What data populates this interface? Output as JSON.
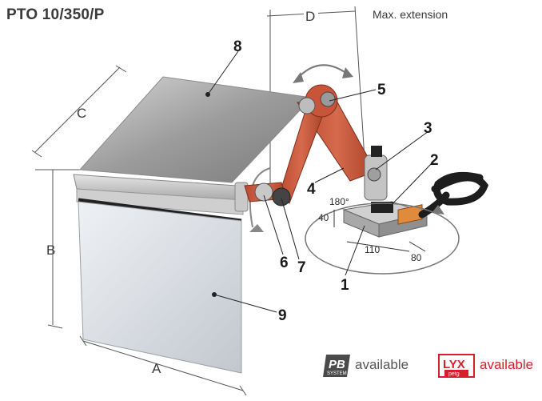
{
  "title": "PTO 10/350/P",
  "max_extension": "Max. extension",
  "dimensions": {
    "A": "A",
    "B": "B",
    "C": "C",
    "D": "D",
    "rotation": "180°",
    "d40": "40",
    "d110": "110",
    "d80": "80"
  },
  "callouts": [
    "1",
    "2",
    "3",
    "4",
    "5",
    "6",
    "7",
    "8",
    "9"
  ],
  "pb_badge": {
    "top": "PB",
    "bottom": "SYSTEM"
  },
  "pb_text": "available",
  "lyx_badge": {
    "top": "LYX",
    "bottom": "petg"
  },
  "lyx_text": "available",
  "colors": {
    "arm": "#c8553a",
    "brand_red": "#d4202a",
    "line": "#555555"
  }
}
